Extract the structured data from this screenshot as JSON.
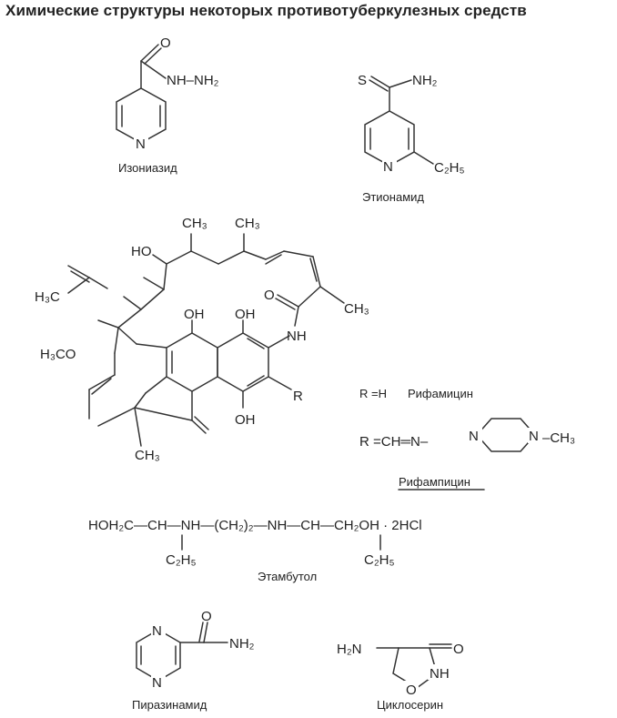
{
  "title": "Химические структуры некоторых противотуберкулезных средств",
  "compounds": {
    "isoniazid": {
      "name": "Изониазид",
      "oxygen": "O",
      "nitrogen": "N",
      "group": "NH–NH₂"
    },
    "ethionamide": {
      "name": "Этионамид",
      "sulfur": "S",
      "amine": "NH₂",
      "nitrogen": "N",
      "ethyl": "C₂H₅"
    },
    "rifamycin": {
      "name": "Рифамицин",
      "r_label": "R =H",
      "ch3_a": "CH₃",
      "ch3_b": "CH₃",
      "ch3_c": "CH₃",
      "ch3_d": "CH₃",
      "ho": "HO",
      "oh_1": "OH",
      "oh_2": "OH",
      "oh_3": "OH",
      "h3c_acetyl": "H₃C",
      "h3co": "H₃CO",
      "nh": "NH",
      "r": "R",
      "o_letter": "O"
    },
    "rifampicin": {
      "name": "Рифампицин",
      "r_label": "R =CH═N–",
      "n1": "N",
      "n2": "N",
      "methyl": "–CH₃"
    },
    "ethambutol": {
      "name": "Этамбутол",
      "formula": "HOH₂C—CH—NH—(CH₂)₂—NH—CH—CH₂OH · 2HCl",
      "ethyl_1": "C₂H₅",
      "ethyl_2": "C₂H₅"
    },
    "pyrazinamide": {
      "name": "Пиразинамид",
      "oxygen": "O",
      "n1": "N",
      "n2": "N",
      "amine": "NH₂"
    },
    "cycloserine": {
      "name": "Циклосерин",
      "amine": "H₂N",
      "oxygen_carbonyl": "O",
      "nh": "NH",
      "o_ring": "O"
    }
  }
}
